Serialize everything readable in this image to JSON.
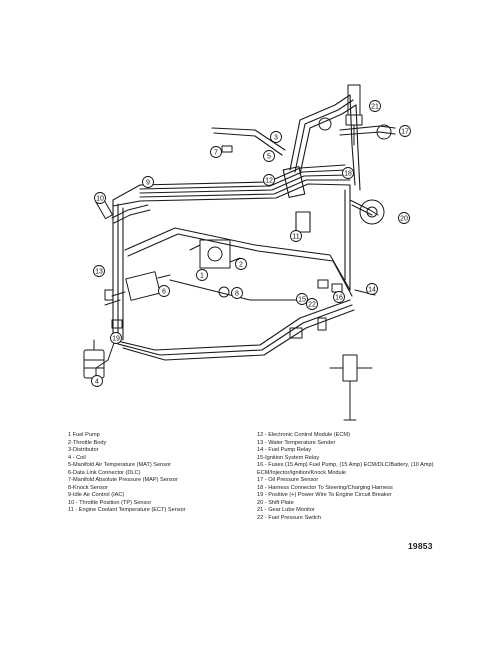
{
  "figure_number": "19853",
  "callouts": [
    "1",
    "2",
    "3",
    "4",
    "5",
    "6",
    "7",
    "8",
    "9",
    "10",
    "11",
    "12",
    "13",
    "14",
    "15",
    "16",
    "17",
    "18",
    "19",
    "20",
    "21",
    "22"
  ],
  "legend_left": [
    "1 Fuel Pump",
    "2-Throttle Body",
    "3-Distributor",
    "4 - Coil",
    "5-Manifold Air Temperature (MAT) Sensor",
    "6-Data Link Connector (DLC)",
    "7-Manifold Absolute Pressure (MAP) Sensor",
    "8-Knock Sensor",
    "9-Idle Air Control (IAC)",
    "10 - Throttle Position (TP) Sensor",
    "11 - Engine Coolant Temperature (ECT) Sensor"
  ],
  "legend_right": [
    "12 - Electronic Control Module (ECM)",
    "13 - Water Temperature Sender",
    "14 - Fuel Pump Relay",
    "15-Ignition System Relay",
    "16 - Fuses (15 Amp) Fuel Pump, (15 Amp) ECM/DLC/Battery, (10 Amp) ECM/Injector/Ignition/Knock Module",
    "17 - Oil Pressure Sensor",
    "18 - Harness Connector To Steering/Charging Harness",
    "19 - Positive (+) Power Wire To Engine Circuit Breaker",
    "20 - Shift Plate",
    "21 - Gear Lube Monitor",
    "22 - Fuel Pressure Switch"
  ]
}
